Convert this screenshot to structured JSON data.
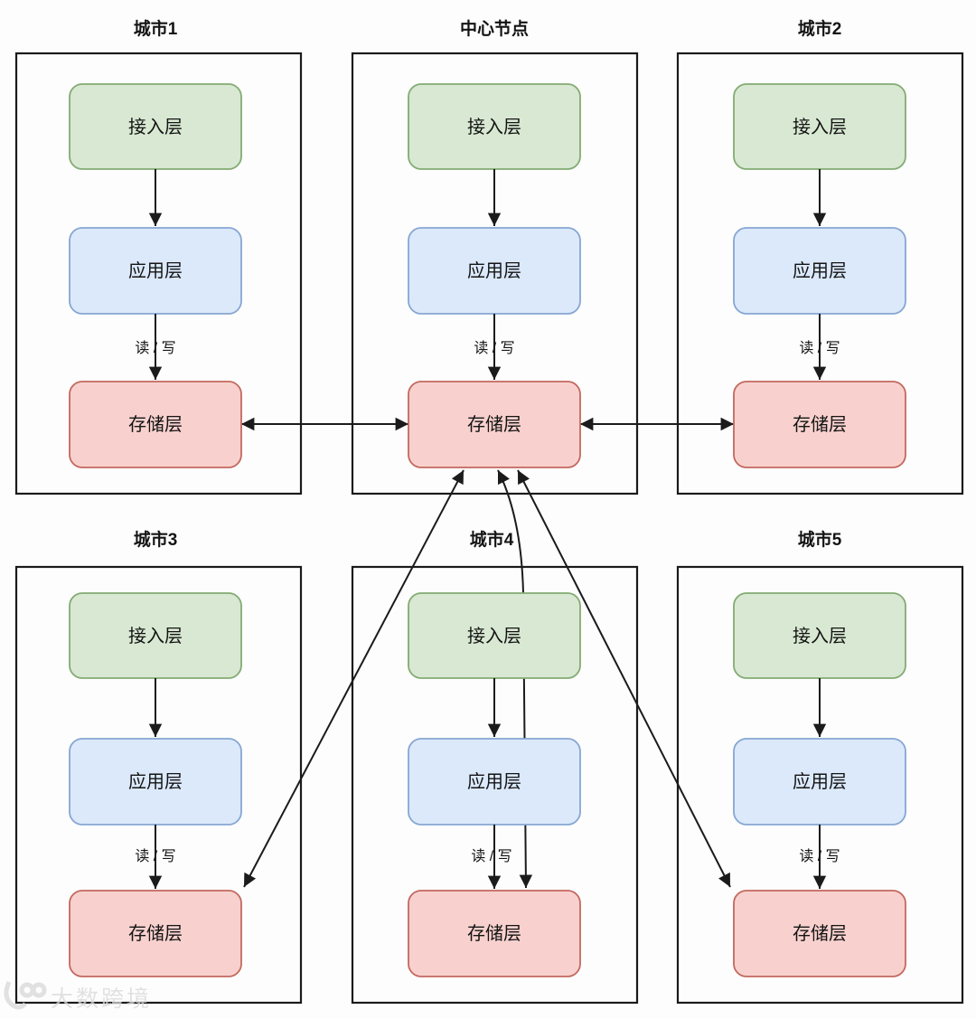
{
  "diagram": {
    "background": "#fdfdfd",
    "line_color": "#1b1b1b",
    "box_styles": {
      "access": {
        "fill": "#d8e8d2",
        "stroke": "#83ab73"
      },
      "app": {
        "fill": "#dbe9fb",
        "stroke": "#87a6d2"
      },
      "storage": {
        "fill": "#f8d1ce",
        "stroke": "#c3685f"
      }
    },
    "panels": [
      {
        "key": "city1",
        "title": "城市1",
        "access": "接入层",
        "app": "应用层",
        "storage": "存储层",
        "rw": "读 / 写"
      },
      {
        "key": "center",
        "title": "中心节点",
        "access": "接入层",
        "app": "应用层",
        "storage": "存储层",
        "rw": "读 / 写"
      },
      {
        "key": "city2",
        "title": "城市2",
        "access": "接入层",
        "app": "应用层",
        "storage": "存储层",
        "rw": "读 / 写"
      },
      {
        "key": "city3",
        "title": "城市3",
        "access": "接入层",
        "app": "应用层",
        "storage": "存储层",
        "rw": "读 / 写"
      },
      {
        "key": "city4",
        "title": "城市4",
        "access": "接入层",
        "app": "应用层",
        "storage": "存储层",
        "rw": "读 / 写"
      },
      {
        "key": "city5",
        "title": "城市5",
        "access": "接入层",
        "app": "应用层",
        "storage": "存储层",
        "rw": "读 / 写"
      }
    ],
    "flows": {
      "access_to_app": "接入层 → 应用层",
      "app_to_storage": "应用层 → 存储层",
      "app_to_storage_label": "读 / 写"
    },
    "sync_connections": [
      {
        "from": "中心节点 存储层",
        "to": "城市1 存储层",
        "type": "bidirectional"
      },
      {
        "from": "中心节点 存储层",
        "to": "城市2 存储层",
        "type": "bidirectional"
      },
      {
        "from": "中心节点 存储层",
        "to": "城市3 存储层",
        "type": "bidirectional"
      },
      {
        "from": "中心节点 存储层",
        "to": "城市4 存储层",
        "type": "bidirectional"
      },
      {
        "from": "中心节点 存储层",
        "to": "城市5 存储层",
        "type": "bidirectional"
      }
    ],
    "watermark": {
      "text": "大数跨境"
    }
  }
}
